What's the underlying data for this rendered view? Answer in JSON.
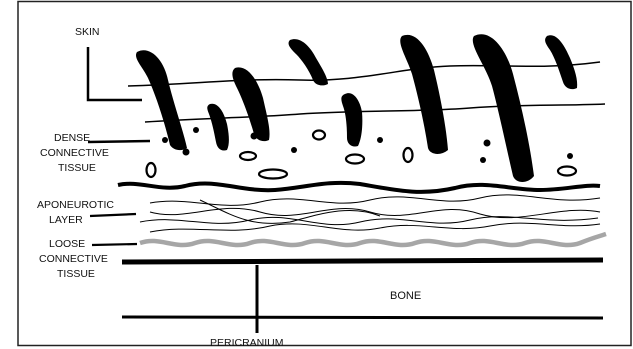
{
  "labels": {
    "skin": "SKIN",
    "dense_1": "DENSE",
    "dense_2": "CONNECTIVE",
    "dense_3": "TISSUE",
    "apo_1": "APONEUROTIC",
    "apo_2": "LAYER",
    "loose_1": "LOOSE",
    "loose_2": "CONNECTIVE",
    "loose_3": "TISSUE",
    "bone": "BONE",
    "pericranium": "PERICRANIUM"
  },
  "colors": {
    "ink": "#000000",
    "loose_tissue": "#a6a6a6",
    "border": "#222222"
  }
}
